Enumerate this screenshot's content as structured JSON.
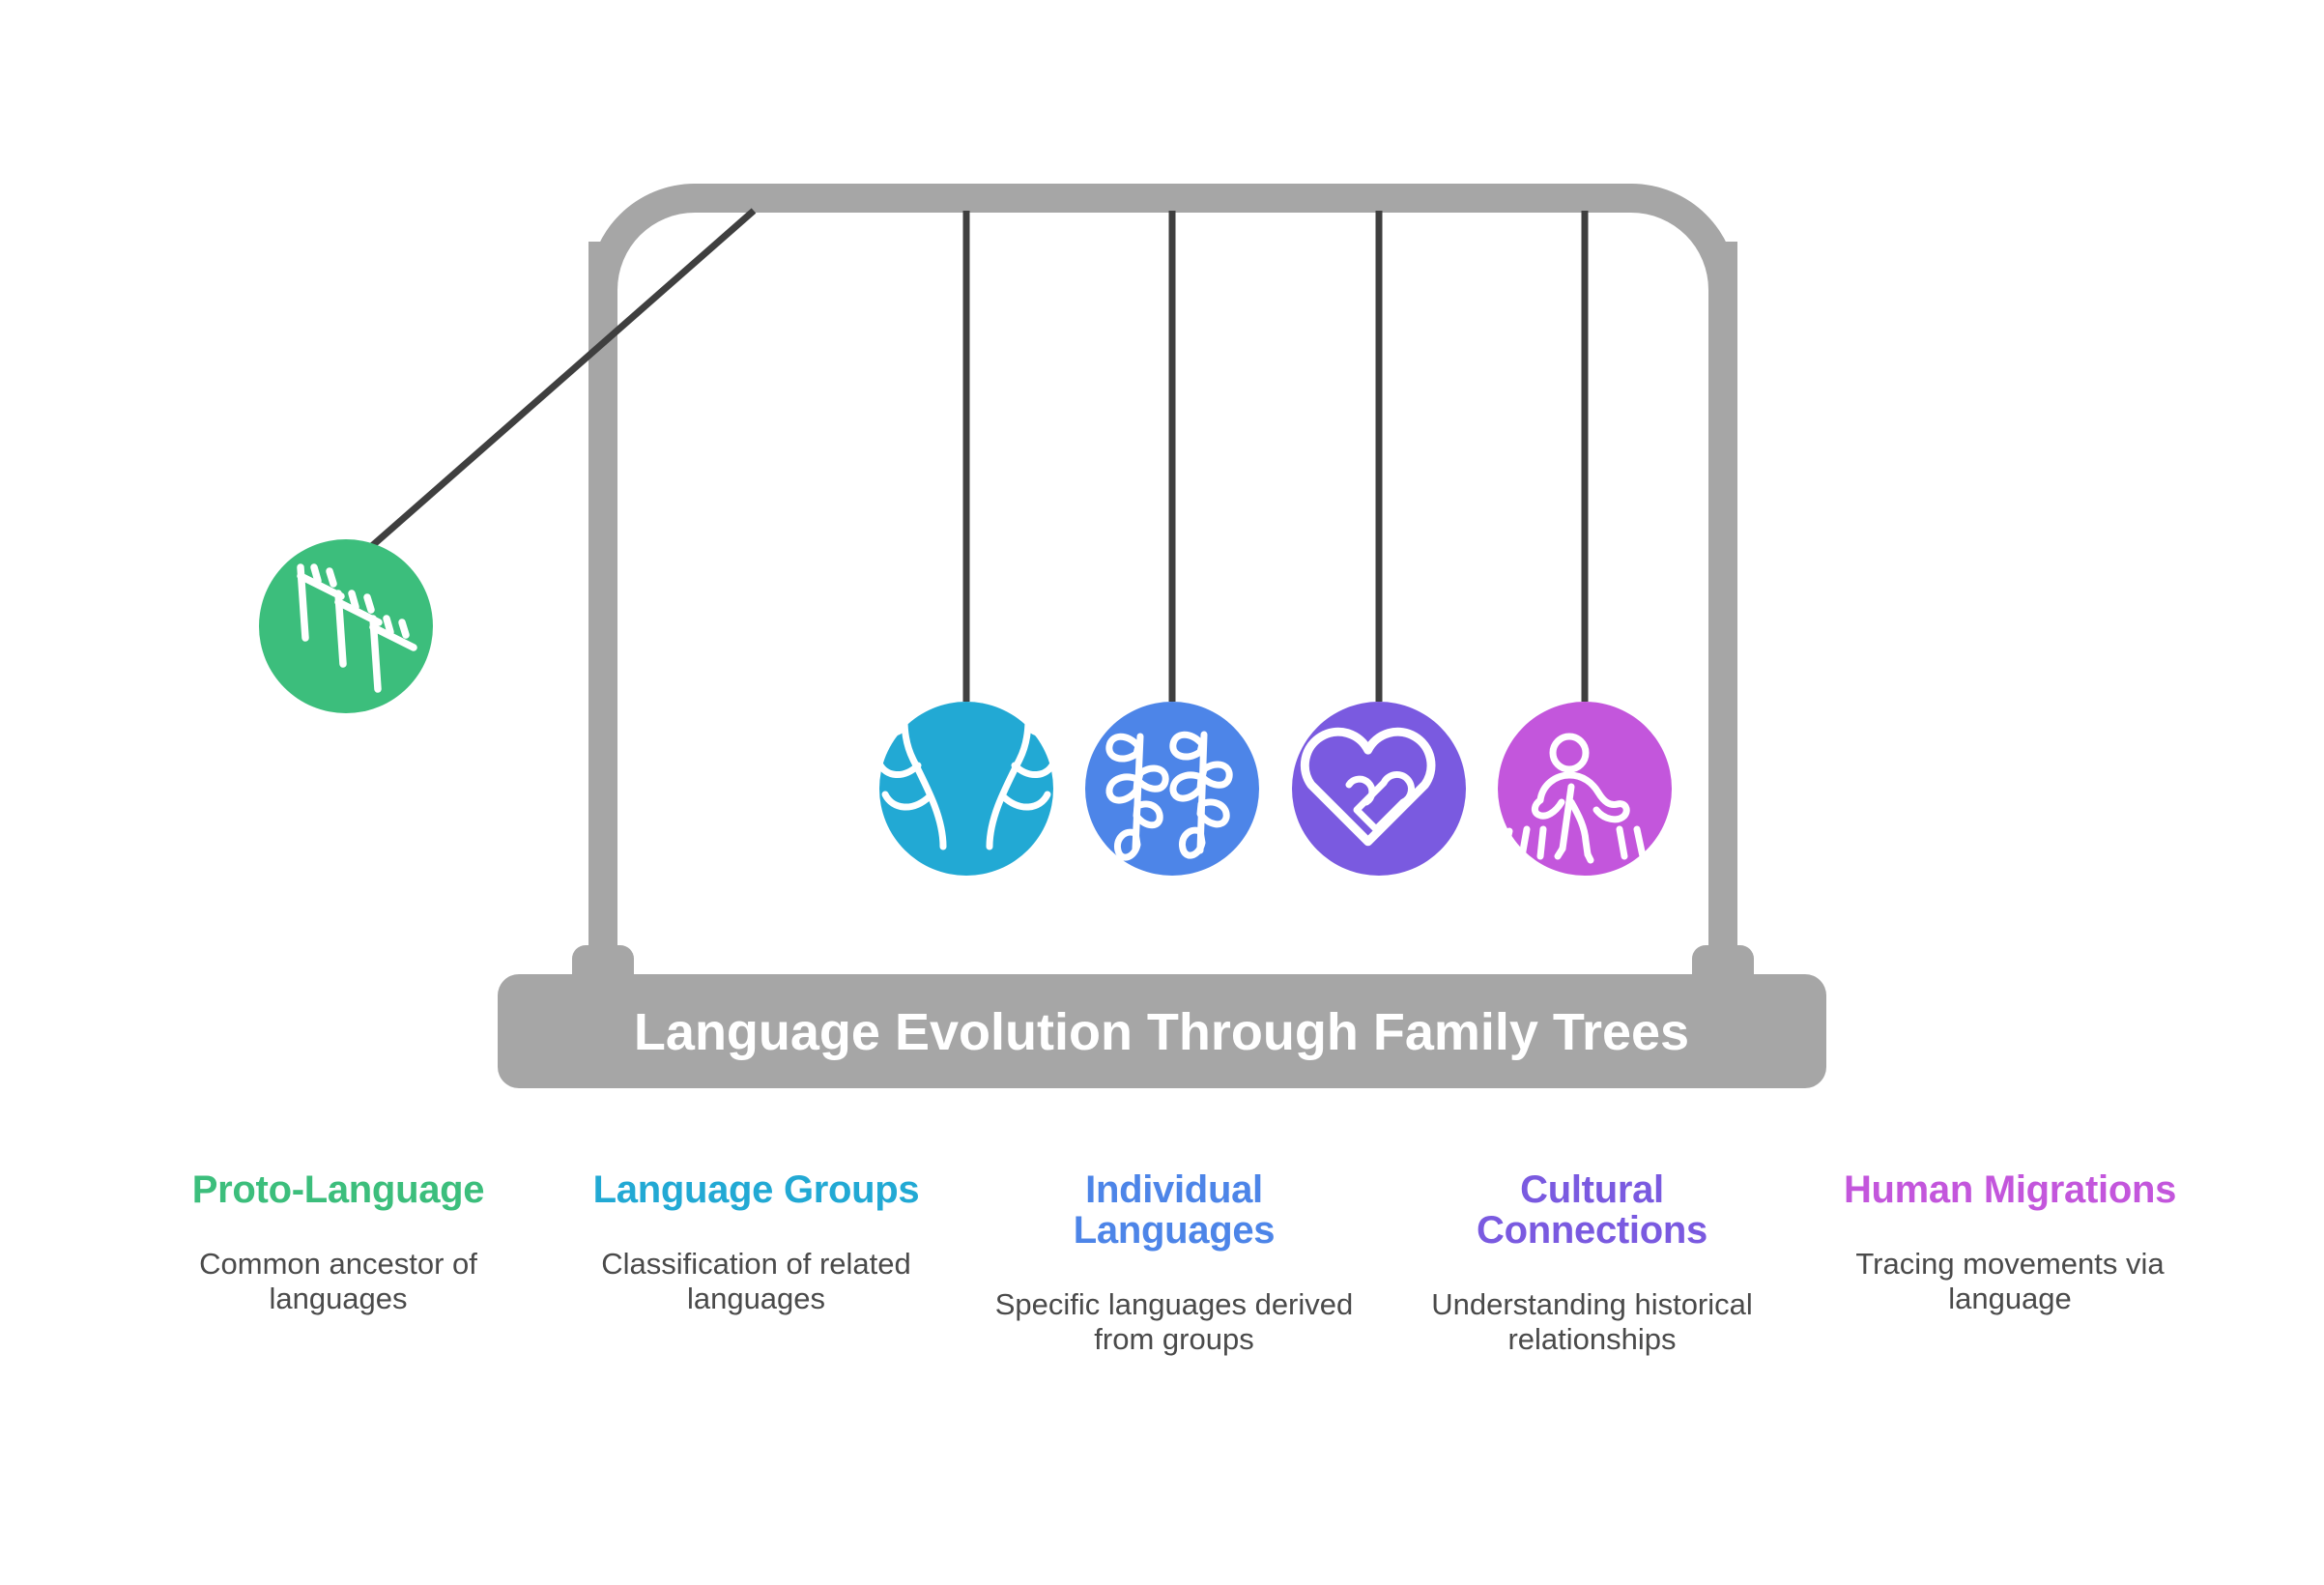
{
  "banner": {
    "title": "Language Evolution Through Family Trees",
    "bar_color": "#a6a6a6",
    "title_color": "#ffffff"
  },
  "frame": {
    "color": "#a6a6a6",
    "string_color": "#3f3f3f"
  },
  "balls": [
    {
      "id": "proto-language",
      "icon": "sapling-branches-icon",
      "color": "#3cbe7c",
      "state": "swung-out-left"
    },
    {
      "id": "language-groups",
      "icon": "branching-fronds-icon",
      "color": "#22a9d4",
      "state": "at-rest"
    },
    {
      "id": "individual-languages",
      "icon": "leafy-stems-icon",
      "color": "#4d85e8",
      "state": "at-rest"
    },
    {
      "id": "cultural-connections",
      "icon": "interlocking-heart-icon",
      "color": "#7a5ae0",
      "state": "at-rest"
    },
    {
      "id": "human-migrations",
      "icon": "walking-person-icon",
      "color": "#c356dc",
      "state": "at-rest"
    }
  ],
  "legend": [
    {
      "title": "Proto-Language",
      "description": "Common ancestor of languages",
      "color": "#3cbe7c"
    },
    {
      "title": "Language Groups",
      "description": "Classification of related languages",
      "color": "#22a9d4"
    },
    {
      "title": "Individual Languages",
      "description": "Specific languages derived from groups",
      "color": "#4d85e8"
    },
    {
      "title": "Cultural Connections",
      "description": "Understanding historical relationships",
      "color": "#7a5ae0"
    },
    {
      "title": "Human Migrations",
      "description": "Tracing movements via language",
      "color": "#c356dc"
    }
  ]
}
